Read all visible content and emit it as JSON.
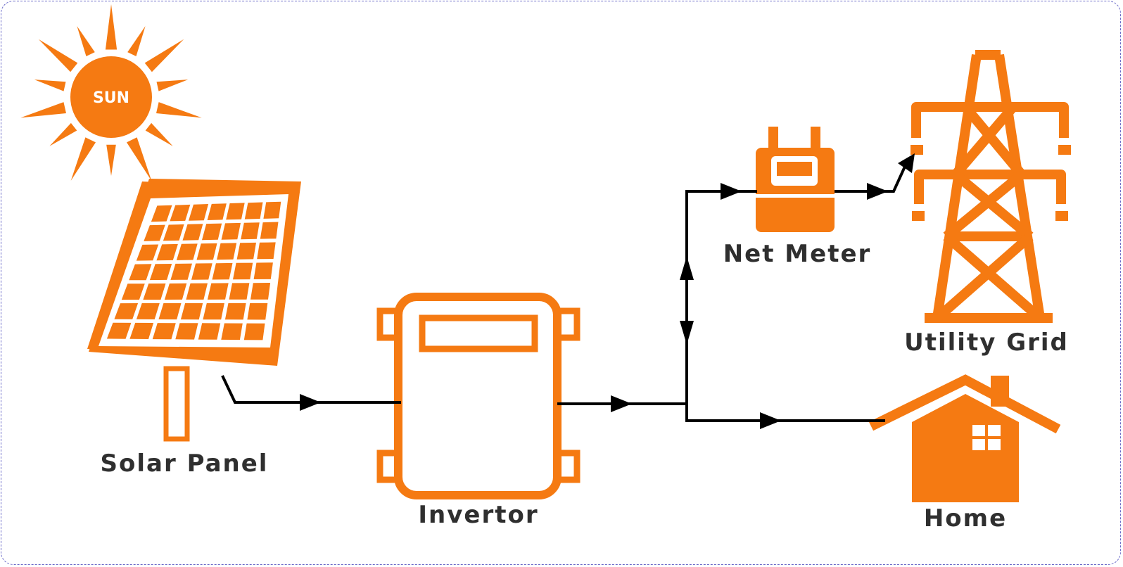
{
  "colors": {
    "accent": "#f57a12",
    "line": "#000000",
    "text": "#2f2f2f",
    "border": "#6b6bc9"
  },
  "nodes": {
    "sun": {
      "label": "SUN",
      "icon": "sun-icon"
    },
    "solar_panel": {
      "label": "Solar Panel",
      "icon": "solar-panel-icon"
    },
    "inverter": {
      "label": "Invertor",
      "icon": "inverter-icon"
    },
    "net_meter": {
      "label": "Net Meter",
      "icon": "meter-icon"
    },
    "utility_grid": {
      "label": "Utility Grid",
      "icon": "transmission-tower-icon"
    },
    "home": {
      "label": "Home",
      "icon": "house-icon"
    }
  },
  "edges": [
    {
      "from": "solar_panel",
      "to": "inverter",
      "direction": "forward"
    },
    {
      "from": "inverter",
      "to": "junction",
      "direction": "forward"
    },
    {
      "from": "junction",
      "to": "net_meter",
      "direction": "bidirectional"
    },
    {
      "from": "net_meter",
      "to": "utility_grid",
      "direction": "forward"
    },
    {
      "from": "junction",
      "to": "home",
      "direction": "forward"
    }
  ]
}
